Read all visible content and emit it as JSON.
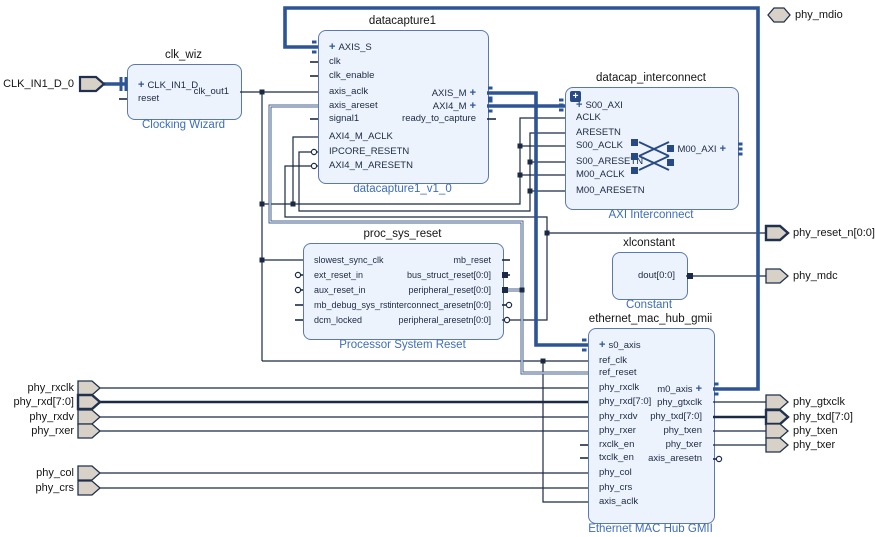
{
  "diagram": {
    "blocks": [
      {
        "id": "clk_wiz",
        "title": "clk_wiz",
        "subtitle": "Clocking Wizard",
        "left_pins": [
          {
            "name": "CLK_IN1_D",
            "interface": true
          },
          {
            "name": "reset"
          }
        ],
        "right_pins": [
          {
            "name": "clk_out1"
          }
        ]
      },
      {
        "id": "datacapture1",
        "title": "datacapture1",
        "subtitle": "datacapture1_v1_0",
        "left_pins": [
          {
            "name": "AXIS_S",
            "interface": true
          },
          {
            "name": "clk"
          },
          {
            "name": "clk_enable"
          },
          {
            "name": "axis_aclk"
          },
          {
            "name": "axis_areset"
          },
          {
            "name": "signal1"
          },
          {
            "name": "AXI4_M_ACLK"
          },
          {
            "name": "IPCORE_RESETN",
            "active_low": true
          },
          {
            "name": "AXI4_M_ARESETN",
            "active_low": true
          }
        ],
        "right_pins": [
          {
            "name": "AXIS_M",
            "interface": true
          },
          {
            "name": "AXI4_M",
            "interface": true
          },
          {
            "name": "ready_to_capture"
          }
        ]
      },
      {
        "id": "datacap_interconnect",
        "title": "datacap_interconnect",
        "subtitle": "AXI Interconnect",
        "left_pins": [
          {
            "name": "S00_AXI",
            "interface": true
          },
          {
            "name": "ACLK"
          },
          {
            "name": "ARESETN"
          },
          {
            "name": "S00_ACLK"
          },
          {
            "name": "S00_ARESETN"
          },
          {
            "name": "M00_ACLK"
          },
          {
            "name": "M00_ARESETN"
          }
        ],
        "right_pins": [
          {
            "name": "M00_AXI",
            "interface": true
          }
        ]
      },
      {
        "id": "proc_sys_reset",
        "title": "proc_sys_reset",
        "subtitle": "Processor System Reset",
        "left_pins": [
          {
            "name": "slowest_sync_clk"
          },
          {
            "name": "ext_reset_in",
            "active_low": true
          },
          {
            "name": "aux_reset_in",
            "active_low": true
          },
          {
            "name": "mb_debug_sys_rst"
          },
          {
            "name": "dcm_locked"
          }
        ],
        "right_pins": [
          {
            "name": "mb_reset"
          },
          {
            "name": "bus_struct_reset[0:0]",
            "bus": true
          },
          {
            "name": "peripheral_reset[0:0]",
            "bus": true
          },
          {
            "name": "interconnect_aresetn[0:0]",
            "active_low": true
          },
          {
            "name": "peripheral_aresetn[0:0]",
            "active_low": true
          }
        ]
      },
      {
        "id": "xlconstant",
        "title": "xlconstant",
        "subtitle": "Constant",
        "left_pins": [],
        "right_pins": [
          {
            "name": "dout[0:0]",
            "bus": true
          }
        ]
      },
      {
        "id": "ethernet_mac_hub_gmii",
        "title": "ethernet_mac_hub_gmii",
        "subtitle": "Ethernet MAC Hub GMII",
        "left_pins": [
          {
            "name": "s0_axis",
            "interface": true
          },
          {
            "name": "ref_clk"
          },
          {
            "name": "ref_reset"
          },
          {
            "name": "phy_rxclk"
          },
          {
            "name": "phy_rxd[7:0]",
            "bus": true
          },
          {
            "name": "phy_rxdv"
          },
          {
            "name": "phy_rxer"
          },
          {
            "name": "rxclk_en"
          },
          {
            "name": "txclk_en"
          },
          {
            "name": "phy_col"
          },
          {
            "name": "phy_crs"
          },
          {
            "name": "axis_aclk"
          }
        ],
        "right_pins": [
          {
            "name": "m0_axis",
            "interface": true
          },
          {
            "name": "phy_gtxclk"
          },
          {
            "name": "phy_txd[7:0]",
            "bus": true
          },
          {
            "name": "phy_txen"
          },
          {
            "name": "phy_txer"
          },
          {
            "name": "axis_aresetn",
            "active_low": true
          }
        ]
      }
    ],
    "external_ports": {
      "left": [
        {
          "name": "CLK_IN1_D_0",
          "direction": "input",
          "interface": true
        },
        {
          "name": "phy_rxclk",
          "direction": "input"
        },
        {
          "name": "phy_rxd[7:0]",
          "direction": "input",
          "bus": true
        },
        {
          "name": "phy_rxdv",
          "direction": "input"
        },
        {
          "name": "phy_rxer",
          "direction": "input"
        },
        {
          "name": "phy_col",
          "direction": "input"
        },
        {
          "name": "phy_crs",
          "direction": "input"
        }
      ],
      "right": [
        {
          "name": "phy_mdio",
          "direction": "inout"
        },
        {
          "name": "phy_reset_n[0:0]",
          "direction": "output",
          "bus": true
        },
        {
          "name": "phy_mdc",
          "direction": "output"
        },
        {
          "name": "phy_gtxclk",
          "direction": "output"
        },
        {
          "name": "phy_txd[7:0]",
          "direction": "output",
          "bus": true
        },
        {
          "name": "phy_txen",
          "direction": "output"
        },
        {
          "name": "phy_txer",
          "direction": "output"
        }
      ]
    },
    "colors": {
      "canvas": "#ffffff",
      "block_fill": "#edf3fc",
      "block_border": "#5b79ae",
      "subtitle_text": "#3e6dbd",
      "wire": "#1b2a44",
      "interface_wire": "#2d5596",
      "port_fill": "#d8d1c8",
      "pin_text": "#1b2a44"
    }
  }
}
